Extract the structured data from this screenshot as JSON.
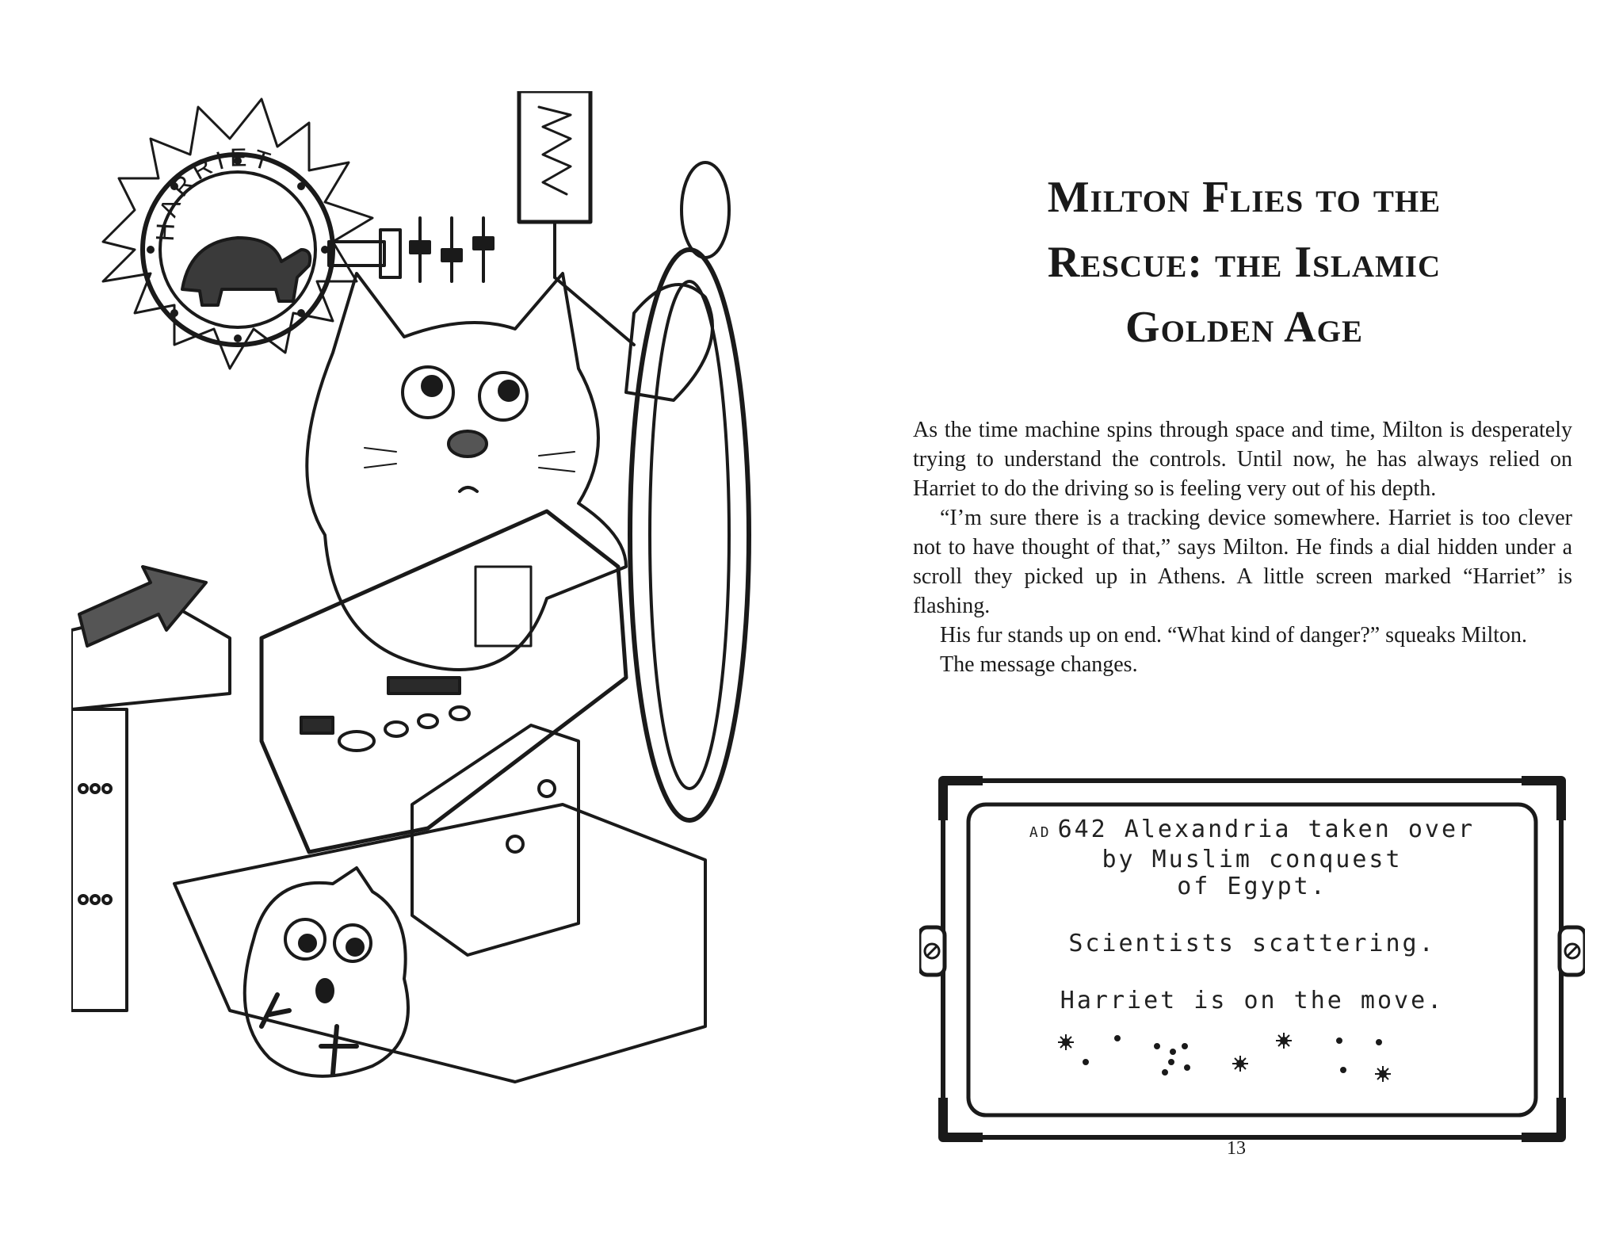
{
  "illustration": {
    "porthole_label": "HARRIET"
  },
  "chapter": {
    "title_lines": [
      "Milton Flies to the",
      "Rescue: the Islamic",
      "Golden Age"
    ]
  },
  "paragraphs": [
    "As the time machine spins through space and time, Milton is desperately trying to understand the controls. Until now, he has always relied on Harriet to do the driving so is feeling very out of his depth.",
    "“I’m sure there is a tracking device somewhere. Harriet is too clever not to have thought of that,” says Milton. He finds a dial hidden under a scroll they picked up in Athens. A little screen marked “Harriet” is flashing.",
    "His fur stands up on end. “What kind of danger?” squeaks Milton.",
    "The message changes."
  ],
  "screen": {
    "era": "AD",
    "line1": "642 Alexandria taken over",
    "line2": "by Muslim conquest",
    "line3": "of Egypt.",
    "line4": "Scientists scattering.",
    "line5": "Harriet is on the move."
  },
  "page_number": "13"
}
